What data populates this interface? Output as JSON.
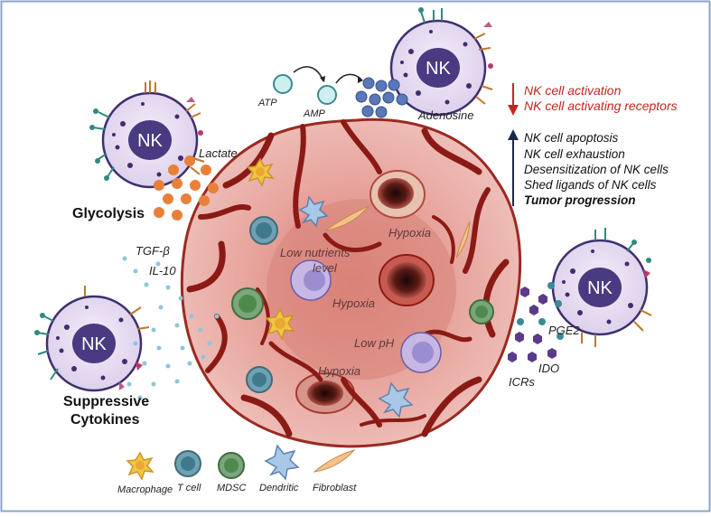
{
  "nk_label": "NK",
  "labels": {
    "lactate": "Lactate",
    "glycolysis": "Glycolysis",
    "atp": "ATP",
    "amp": "AMP",
    "adenosine": "Adenosine",
    "tgf": "TGF-β",
    "il10": "IL-10",
    "suppressive_line1": "Suppressive",
    "suppressive_line2": "Cytokines",
    "pge2": "PGE2",
    "ido": "IDO",
    "icrs": "ICRs"
  },
  "tumor": {
    "hypoxia_top": "Hypoxia",
    "hypoxia_center": "Hypoxia",
    "hypoxia_bottom": "Hypoxia",
    "low_nutrients_line1": "Low nutrients",
    "low_nutrients_line2": "level",
    "low_ph": "Low pH"
  },
  "effects_down": [
    "NK cell activation",
    "NK cell activating receptors"
  ],
  "effects_up": [
    "NK cell apoptosis",
    "NK cell exhaustion",
    "Desensitization of NK cells",
    "Shed ligands of NK cells",
    "Tumor progression"
  ],
  "legend": [
    {
      "label": "Macrophage",
      "icon": "macrophage-icon"
    },
    {
      "label": "T cell",
      "icon": "t-cell-icon"
    },
    {
      "label": "MDSC",
      "icon": "mdsc-icon"
    },
    {
      "label": "Dendritic",
      "icon": "dendritic-icon"
    },
    {
      "label": "Fibroblast",
      "icon": "fibroblast-icon"
    }
  ],
  "colors": {
    "nk_outer": "#ebe3f4",
    "nk_nucleus": "#4a3a82",
    "tumor": "#e8aaa6",
    "vessel": "#8b1a14",
    "lactate": "#e8803a",
    "adenosine": "#5a78b8",
    "cytokine": "#8fc5d8",
    "arrow_down": "#c0281e",
    "arrow_up": "#1b2a4a"
  }
}
